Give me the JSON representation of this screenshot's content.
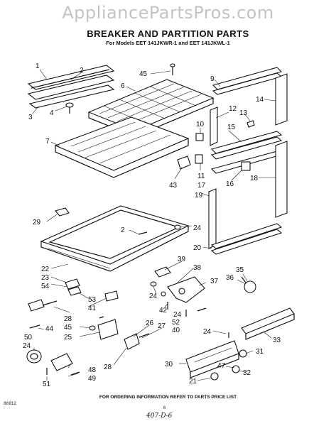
{
  "watermark": "AppliancePartsPros.com",
  "title": "BREAKER AND PARTITION PARTS",
  "subtitle": "For Models EET 141JKWR-1 and EET 141JKWL-1",
  "footer": "FOR ORDERING INFORMATION REFER TO PARTS PRICE LIST",
  "code": "86912",
  "page": "6",
  "handwritten": "407-D-6",
  "callouts": {
    "c1": "1",
    "c2a": "2",
    "c3": "3",
    "c4": "4",
    "c45": "45",
    "c6": "6",
    "c7": "7",
    "c9": "9",
    "c14": "14",
    "c12": "12",
    "c13": "13",
    "c15": "15",
    "c10": "10",
    "c11": "11",
    "c17": "17",
    "c16": "16",
    "c18": "18",
    "c43": "43",
    "c19": "19",
    "c20": "20",
    "c29": "29",
    "c2b": "2",
    "c24a": "24",
    "c22": "22",
    "c23": "23",
    "c54": "54",
    "c53": "53",
    "c41": "41",
    "c39": "39",
    "c38": "38",
    "c37": "37",
    "c36": "36",
    "c35": "35",
    "c24b": "24",
    "c42": "42",
    "c24c": "24",
    "c52": "52",
    "c40": "40",
    "c28a": "28",
    "c44": "44",
    "c45b": "45",
    "c25": "25",
    "c26": "26",
    "c27": "27",
    "c24d": "24",
    "c33": "33",
    "c50": "50",
    "c24e": "24",
    "c28b": "28",
    "c30": "30",
    "c31": "31",
    "c48": "48",
    "c49": "49",
    "c47": "47",
    "c32": "32",
    "c51": "51",
    "c21": "21"
  }
}
